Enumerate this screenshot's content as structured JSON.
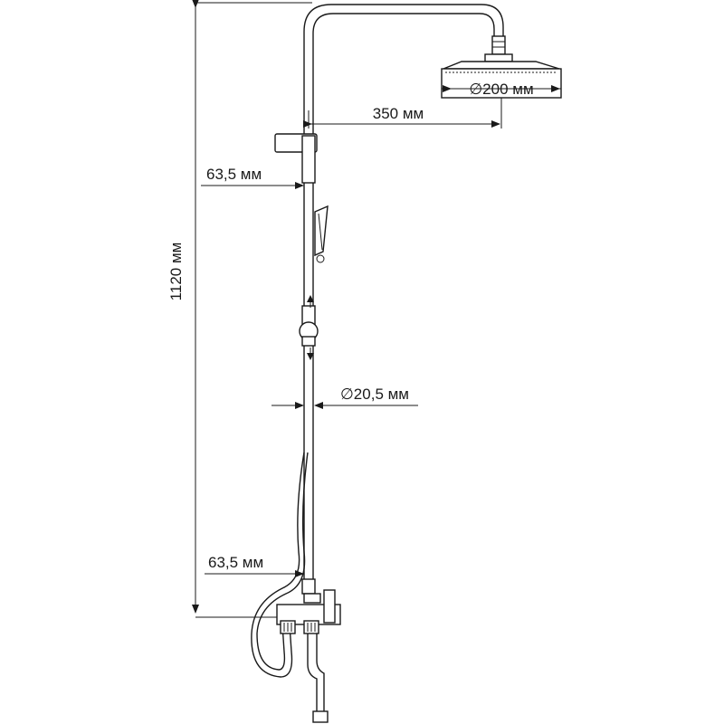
{
  "dimensions": {
    "total_height": "1120 мм",
    "arm_reach": "350 мм",
    "head_diameter": "∅200 мм",
    "pipe_diameter": "∅20,5 мм",
    "upper_offset": "63,5 мм",
    "lower_offset": "63,5 мм"
  }
}
